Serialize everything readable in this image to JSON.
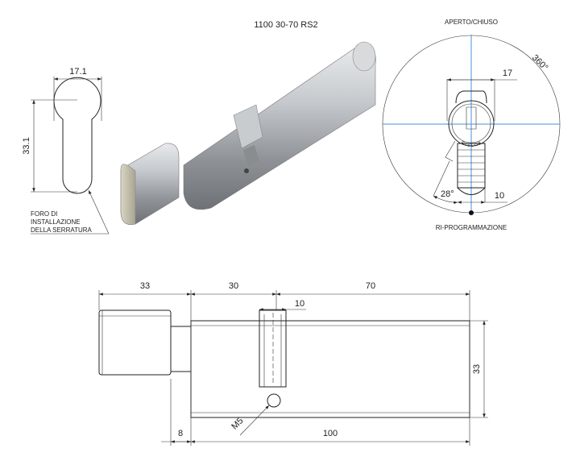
{
  "title": "1100 30-70 RS2",
  "keyhole": {
    "width_dim": "17.1",
    "height_dim": "33.1",
    "note_lines": [
      "FORO DI",
      "INSTALLAZIONE",
      "DELLA SERRATURA"
    ]
  },
  "cam_view": {
    "top_label": "APERTO/CHIUSO",
    "bottom_label": "RI-PROGRAMMAZIONE",
    "rotation": "360°",
    "width_dim": "17",
    "cam_dim": "10",
    "angle": "28°",
    "brand_letters": "R I S L O K"
  },
  "side_view": {
    "dims_top": [
      "33",
      "30",
      "70"
    ],
    "cam_width": "10",
    "height": "33",
    "dims_bottom": [
      "8",
      "100"
    ],
    "thread": "M5"
  },
  "colors": {
    "axis": "#4a90d9",
    "metal": "#b8bcc0"
  }
}
